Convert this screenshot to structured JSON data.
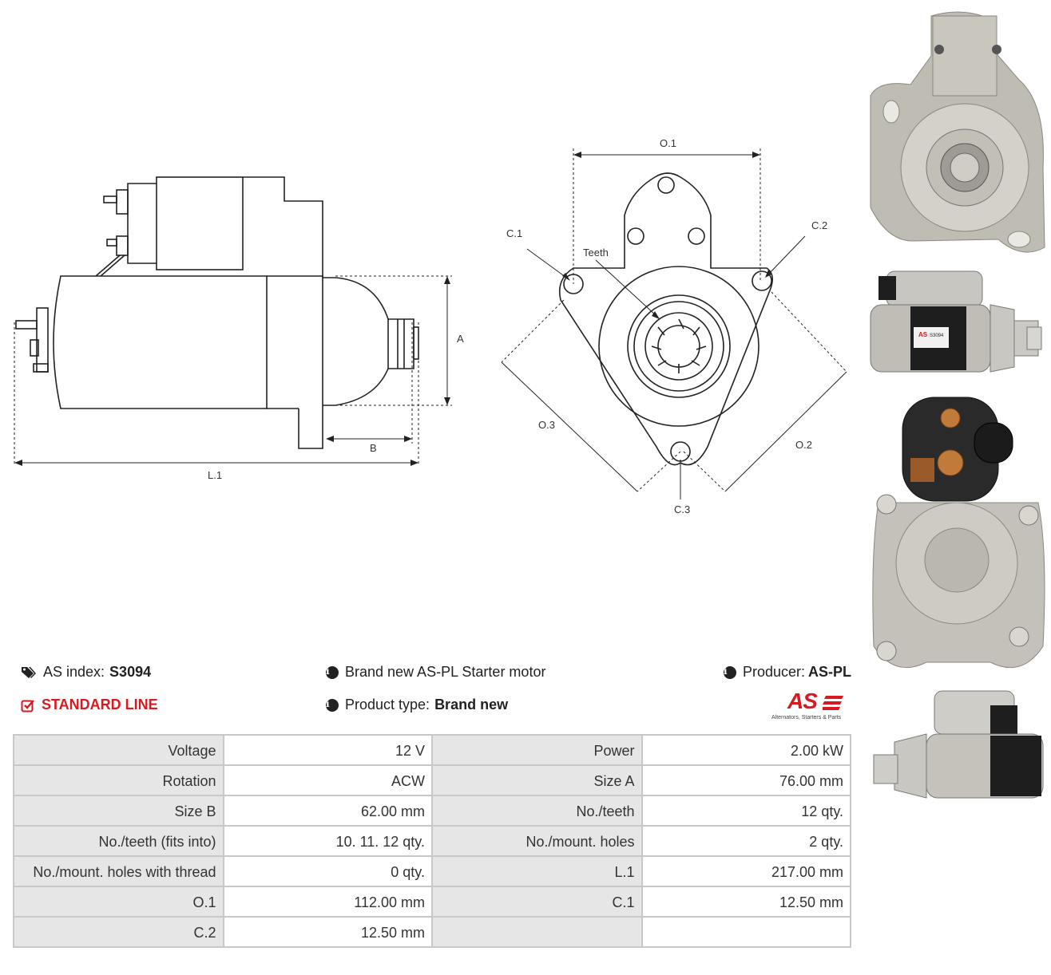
{
  "drawing": {
    "labels": {
      "O1": "O.1",
      "C1": "C.1",
      "C2": "C.2",
      "C3": "C.3",
      "O2": "O.2",
      "O3": "O.3",
      "Teeth": "Teeth",
      "A": "A",
      "B": "B",
      "L1": "L.1"
    }
  },
  "info": {
    "as_index_label": "AS index:",
    "as_index_value": "S3094",
    "line": "STANDARD LINE",
    "brand_text": "Brand new AS-PL Starter motor",
    "product_type_label": "Product type:",
    "product_type_value": "Brand new",
    "producer_label": "Producer:",
    "producer_value": "AS-PL"
  },
  "logo": {
    "mark": "AS",
    "tagline": "Alternators, Starters & Parts"
  },
  "specs": [
    [
      "Voltage",
      "12 V",
      "Power",
      "2.00 kW"
    ],
    [
      "Rotation",
      "ACW",
      "Size A",
      "76.00 mm"
    ],
    [
      "Size B",
      "62.00 mm",
      "No./teeth",
      "12 qty."
    ],
    [
      "No./teeth (fits into)",
      "10. 11. 12 qty.",
      "No./mount. holes",
      "2 qty."
    ],
    [
      "No./mount. holes with thread",
      "0 qty.",
      "L.1",
      "217.00 mm"
    ],
    [
      "O.1",
      "112.00 mm",
      "C.1",
      "12.50 mm"
    ],
    [
      "C.2",
      "12.50 mm",
      "",
      ""
    ]
  ],
  "photo_label": {
    "badge": "S3094"
  }
}
